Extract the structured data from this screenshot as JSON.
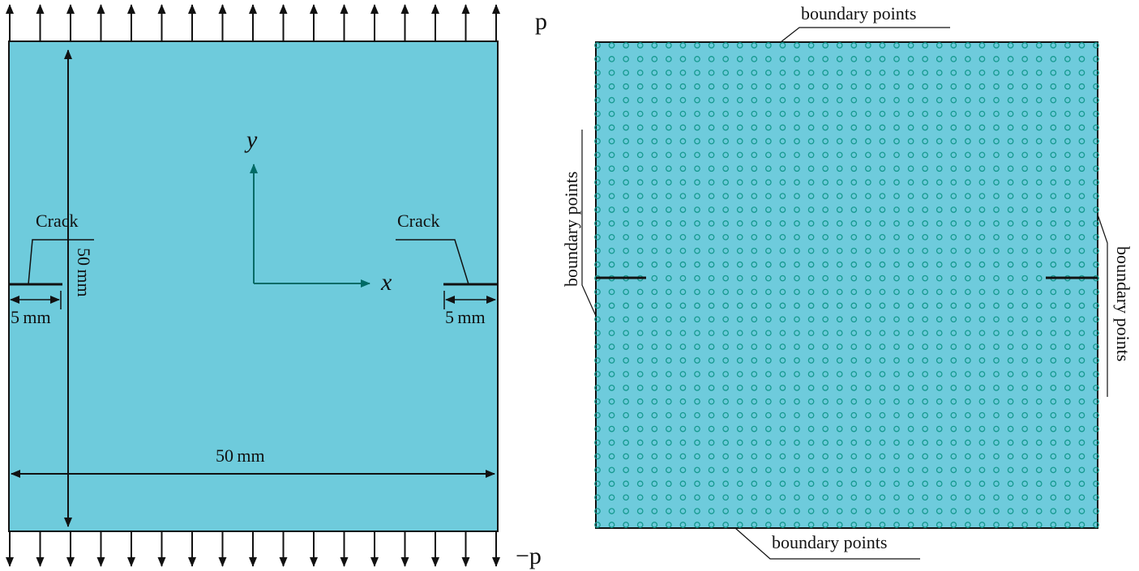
{
  "colors": {
    "plate_fill": "#6ecbdc",
    "node_stroke": "#16998f",
    "line": "#111111",
    "axis": "#006b66"
  },
  "left_panel": {
    "load_top": "p",
    "load_bottom": "−p",
    "crack_left": "Crack",
    "crack_right": "Crack",
    "crack_len_left": "5 mm",
    "crack_len_right": "5 mm",
    "height_dim": "50 mm",
    "width_dim": "50 mm",
    "axis_x": "x",
    "axis_y": "y",
    "arrow_count": 17
  },
  "right_panel": {
    "label_top": "boundary points",
    "label_bottom": "boundary points",
    "label_left": "boundary points",
    "label_right": "boundary points",
    "grid_cols": 36,
    "grid_rows": 36
  }
}
